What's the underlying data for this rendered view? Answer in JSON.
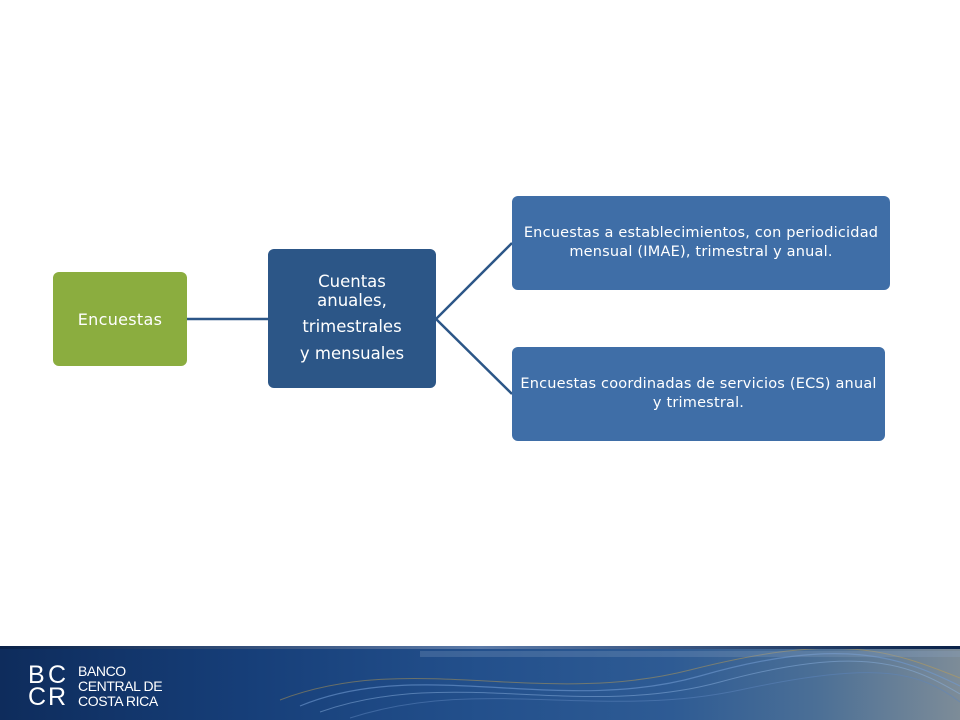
{
  "diagram": {
    "root": {
      "label": "Encuestas",
      "color": "#8bad3f"
    },
    "middle": {
      "lines": [
        "Cuentas",
        "anuales,",
        "trimestrales",
        "y mensuales"
      ],
      "color": "#2c5687"
    },
    "leaves": [
      {
        "label": "Encuestas a establecimientos, con periodicidad mensual (IMAE), trimestral y anual."
      },
      {
        "label": "Encuestas coordinadas de servicios (ECS) anual y trimestral."
      }
    ],
    "leaf_color": "#3f6ea7",
    "connector_color": "#2c5687"
  },
  "footer": {
    "logo_mark": [
      "B",
      "C",
      "C",
      "R"
    ],
    "logo_text": [
      "BANCO",
      "CENTRAL DE",
      "COSTA RICA"
    ]
  }
}
